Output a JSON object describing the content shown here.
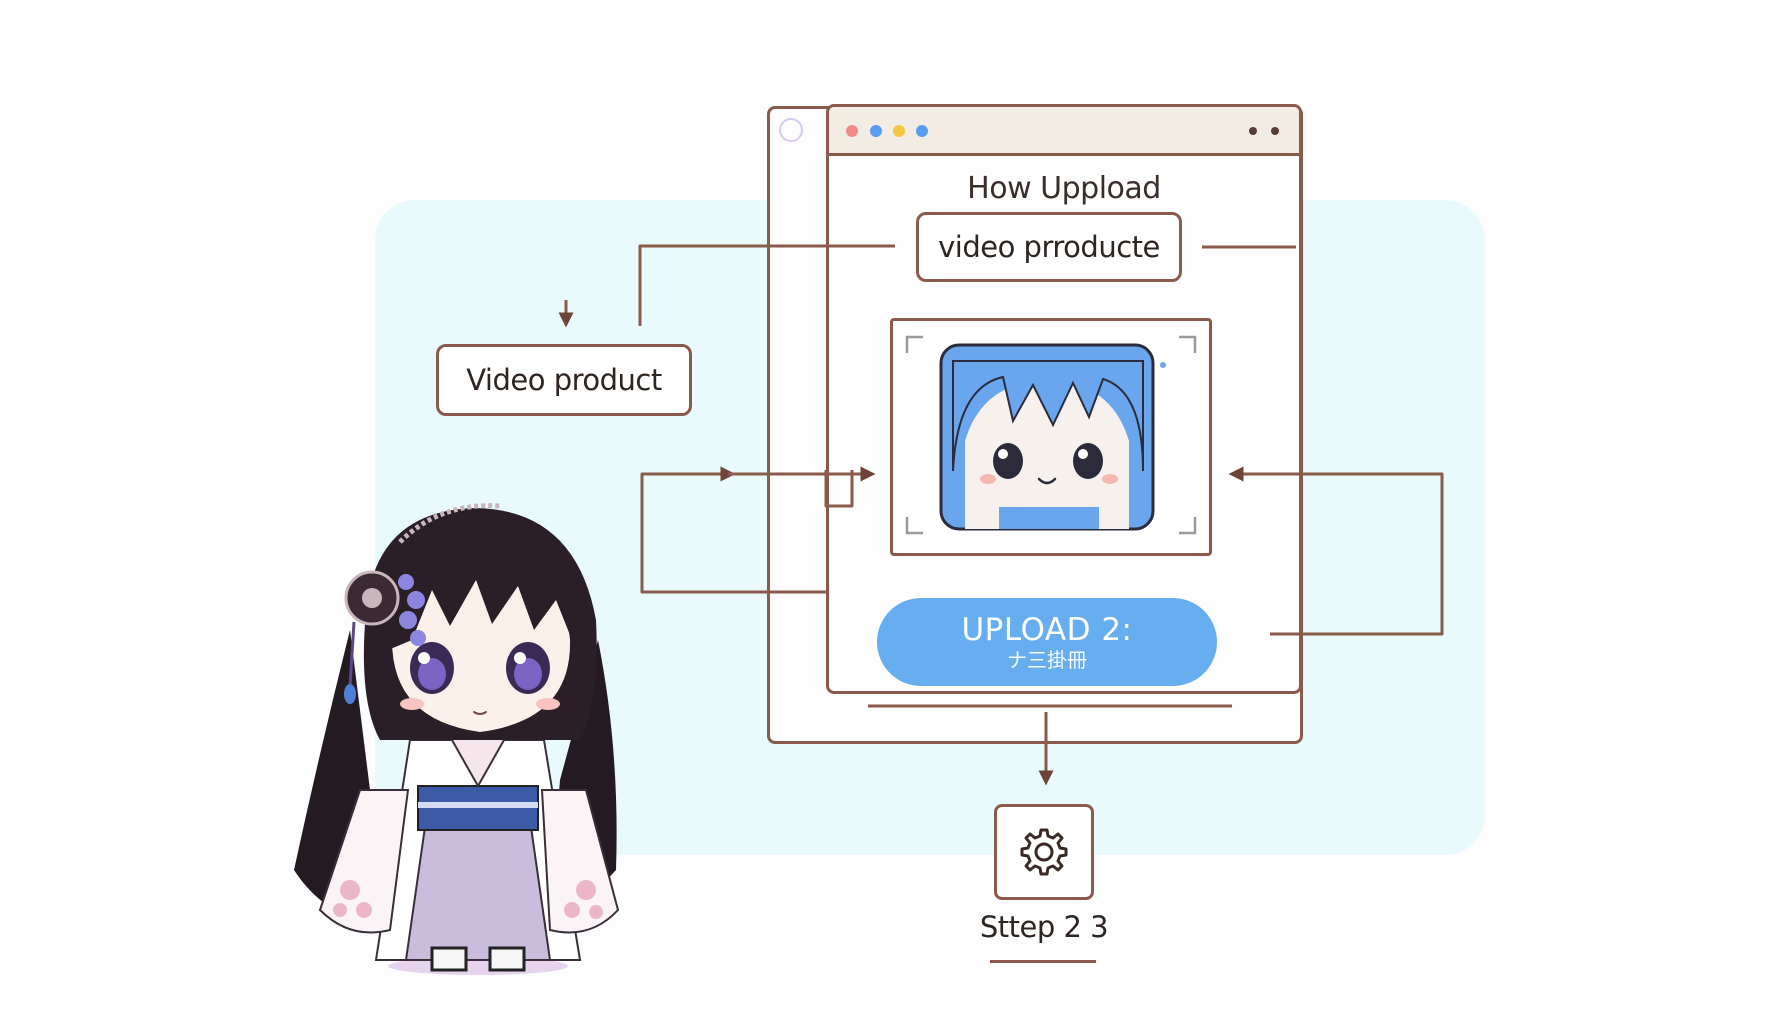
{
  "window": {
    "title": "How Uppload",
    "dots": [
      {
        "name": "red-dot",
        "color": "#f08a8a"
      },
      {
        "name": "blue-dot",
        "color": "#5a9cf0"
      },
      {
        "name": "yellow-dot",
        "color": "#f2c744"
      },
      {
        "name": "blue-dot-2",
        "color": "#5a9cf0"
      }
    ]
  },
  "search_box": {
    "label": "video prroducte"
  },
  "side_box": {
    "label": "Video product"
  },
  "upload_button": {
    "label": "UPLOAD 2:",
    "sublabel": "ナ三掛冊"
  },
  "step": {
    "label": "Sttep 2 3",
    "icon": "gear-icon"
  },
  "colors": {
    "stroke": "#8a5a4c",
    "accent_blue": "#66aef0",
    "panel_bg": "#e9fafc",
    "avatar_blue": "#6aa6ee"
  }
}
